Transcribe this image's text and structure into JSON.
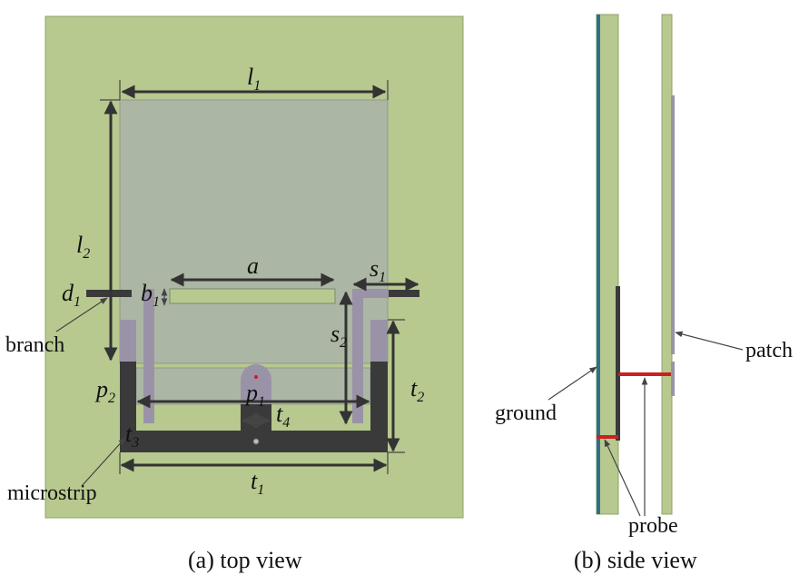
{
  "colors": {
    "substrate": "#b7c98f",
    "patch": "#acb6a4",
    "microstrip": "#3a3a3a",
    "branch": "#9a93a8",
    "probe": "#cc1f1f",
    "ground_edge": "#2f6f8c",
    "dimension": "#333333"
  },
  "dimensions": {
    "l1": {
      "base": "l",
      "sub": "1"
    },
    "l2": {
      "base": "l",
      "sub": "2"
    },
    "a": {
      "base": "a",
      "sub": ""
    },
    "b1": {
      "base": "b",
      "sub": "1"
    },
    "d1": {
      "base": "d",
      "sub": "1"
    },
    "s1": {
      "base": "s",
      "sub": "1"
    },
    "s2": {
      "base": "s",
      "sub": "2"
    },
    "p1": {
      "base": "p",
      "sub": "1"
    },
    "p2": {
      "base": "p",
      "sub": "2"
    },
    "t1": {
      "base": "t",
      "sub": "1"
    },
    "t2": {
      "base": "t",
      "sub": "2"
    },
    "t3": {
      "base": "t",
      "sub": "3"
    },
    "t4": {
      "base": "t",
      "sub": "4"
    }
  },
  "labels": {
    "branch": "branch",
    "microstrip": "microstrip",
    "ground": "ground",
    "patch": "patch",
    "probe": "probe"
  },
  "captions": {
    "top_view": "(a) top view",
    "side_view": "(b) side view"
  }
}
